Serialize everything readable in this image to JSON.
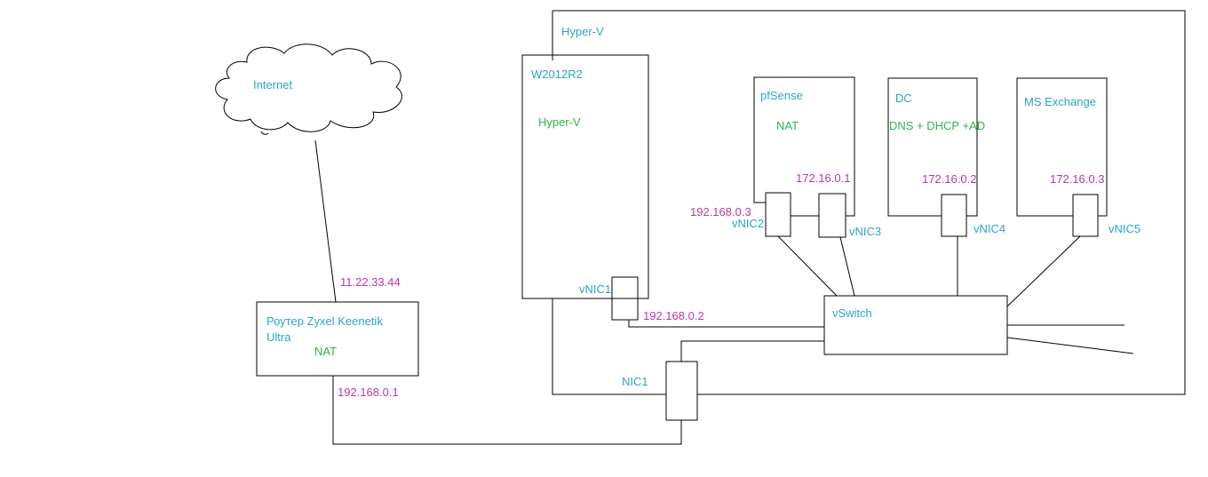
{
  "colors": {
    "blue": "#2aa4c8",
    "green": "#2fb34a",
    "magenta": "#c2359b",
    "stroke": "#000000"
  },
  "internet": {
    "label": "Internet"
  },
  "router": {
    "name_line1": "Роутер Zyxel Keenetik",
    "name_line2": "Ultra",
    "nat": "NAT",
    "wan_ip": "11.22.33.44",
    "lan_ip": "192.168.0.1"
  },
  "host": {
    "label": "Hyper-V",
    "nic": "NIC1"
  },
  "w2012": {
    "name": "W2012R2",
    "role": "Hyper-V",
    "vnic": "vNIC1",
    "ip": "192.168.0.2"
  },
  "pfsense": {
    "name": "pfSense",
    "role": "NAT",
    "lan_ip": "172.16.0.1",
    "wan_ip": "192.168.0.3",
    "vnic_wan": "vNIC2",
    "vnic_lan": "vNIC3"
  },
  "dc": {
    "name": "DC",
    "role": "DNS + DHCP +AD",
    "ip": "172.16.0.2",
    "vnic": "vNIC4"
  },
  "exchange": {
    "name": "MS Exchange",
    "ip": "172.16.0.3",
    "vnic": "vNIC5"
  },
  "vswitch": {
    "label": "vSwitch"
  }
}
